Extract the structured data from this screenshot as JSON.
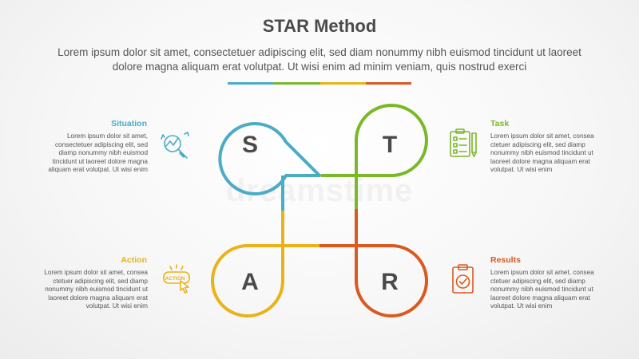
{
  "header": {
    "title": "STAR Method",
    "subtitle": "Lorem ipsum dolor sit amet, consectetuer adipiscing elit, sed diam nonummy nibh euismod tincidunt ut laoreet dolore magna aliquam erat volutpat. Ut wisi enim ad minim veniam, quis nostrud exerci"
  },
  "colors": {
    "situation": "#4bacc6",
    "task": "#7ab829",
    "action": "#e8b31a",
    "result": "#d9591f"
  },
  "items": {
    "situation": {
      "heading": "Situation",
      "letter": "S",
      "text": "Lorem ipsum dolor sit amet, consectetuer adipiscing elit, sed diamp nonummy nibh euismod tincidunt ut laoreet dolore magna aliquam erat volutpat. Ut wisi enim",
      "icon": "search-chart-icon"
    },
    "task": {
      "heading": "Task",
      "letter": "T",
      "text": "Lorem ipsum dolor sit amet, consea ctetuer adipiscing elit, sed diamp nonummy nibh euismod tincidunt ut laoreet dolore magna aliquam erat volutpat. Ut wisi enim",
      "icon": "checklist-icon"
    },
    "action": {
      "heading": "Action",
      "letter": "A",
      "text": "Lorem ipsum dolor sit amet, consea ctetuer adipiscing elit, sed diamp nonummy nibh euismod tincidunt ut laoreet dolore magna aliquam erat volutpat. Ut wisi enim",
      "icon": "action-button-icon",
      "icon_label": "ACTION"
    },
    "result": {
      "heading": "Results",
      "letter": "R",
      "text": "Lorem ipsum dolor sit amet, consea ctetuer adipiscing elit, sed diamp nonummy nibh euismod tincidunt ut laoreet dolore magna aliquam erat volutpat. Ut wisi enim",
      "icon": "clipboard-check-icon"
    }
  },
  "watermark": "dreamstime"
}
